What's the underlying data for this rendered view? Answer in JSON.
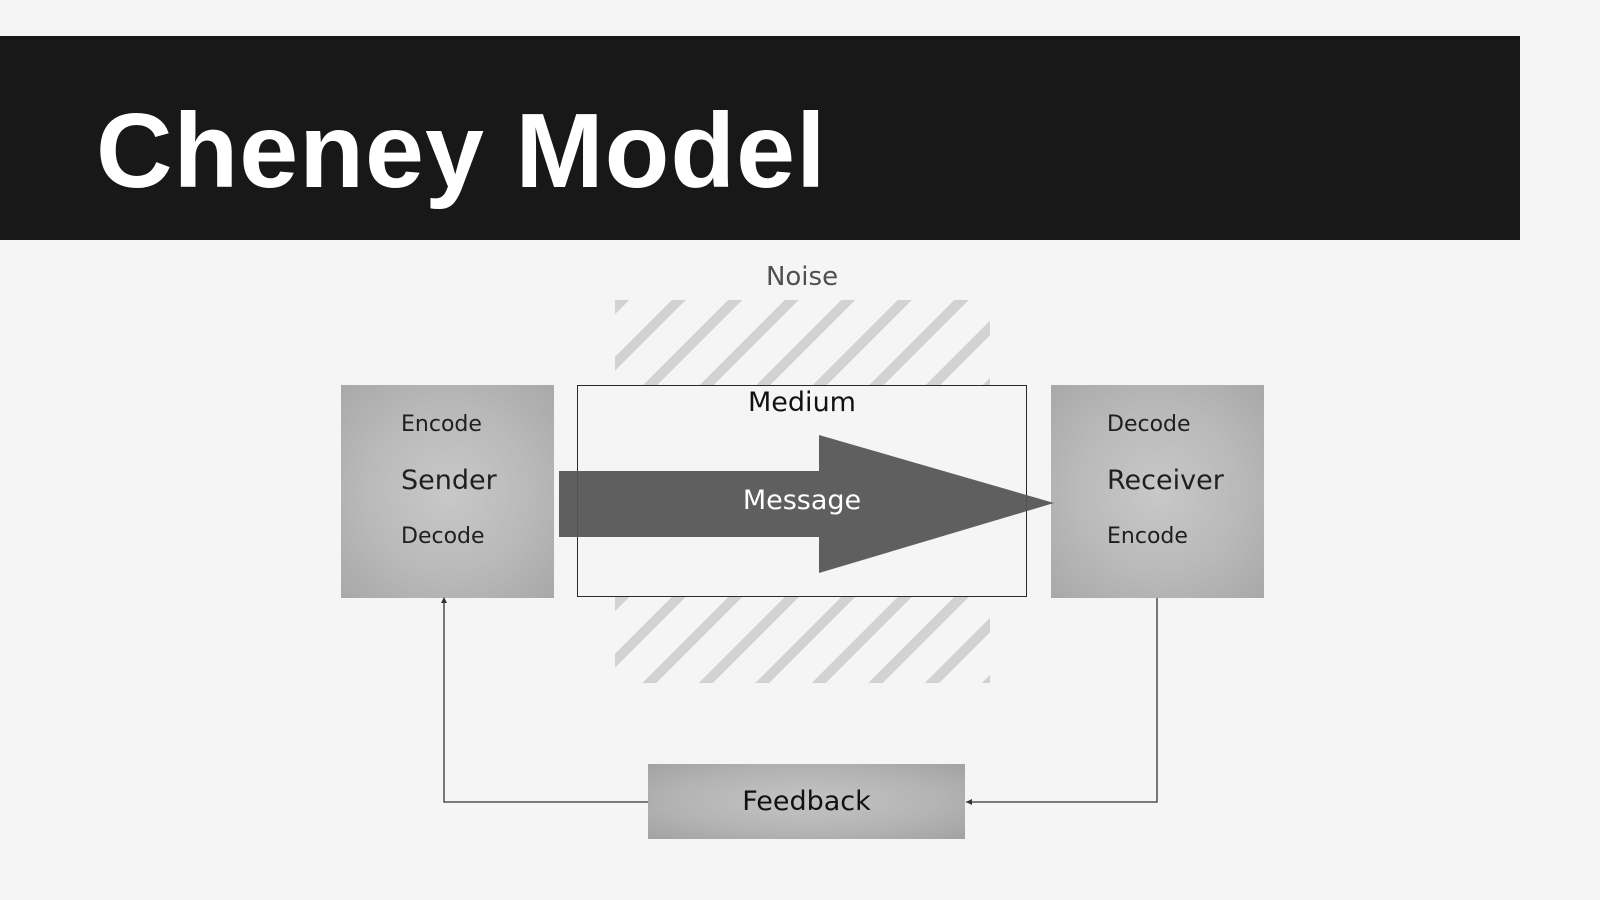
{
  "title": "Cheney Model",
  "noise": "Noise",
  "medium": "Medium",
  "message": "Message",
  "sender": {
    "top": "Encode",
    "name": "Sender",
    "bottom": "Decode"
  },
  "receiver": {
    "top": "Decode",
    "name": "Receiver",
    "bottom": "Encode"
  },
  "feedback": "Feedback",
  "colors": {
    "title_bar": "#181818",
    "box_fill": "#b9b9b9",
    "arrow": "#555555",
    "hatch": "#d2d2d2"
  }
}
